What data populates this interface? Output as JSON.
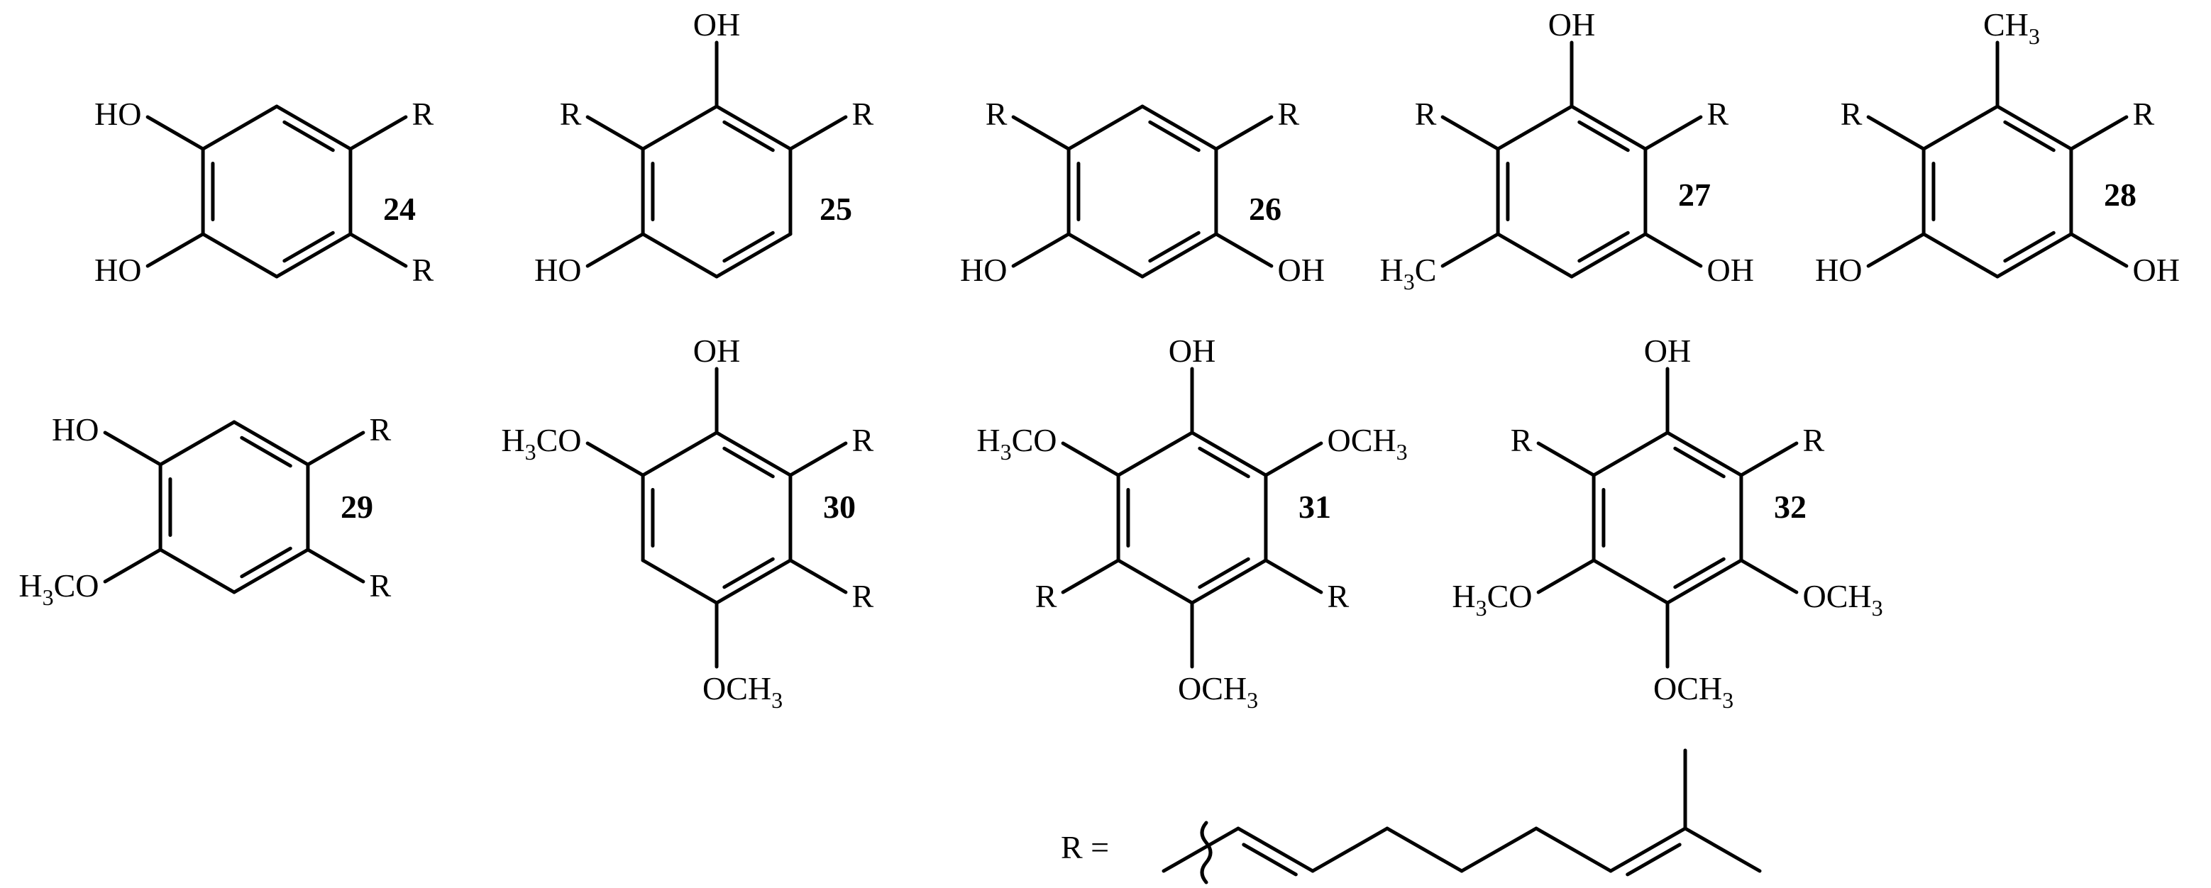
{
  "compounds": [
    {
      "id": "24",
      "labels": [
        "HO",
        "HO",
        "R",
        "R"
      ]
    },
    {
      "id": "25",
      "labels": [
        "OH",
        "HO",
        "R",
        "R"
      ]
    },
    {
      "id": "26",
      "labels": [
        "HO",
        "OH",
        "R",
        "R"
      ]
    },
    {
      "id": "27",
      "labels": [
        "OH",
        "OH",
        "R",
        "R",
        "H",
        "3",
        "C"
      ]
    },
    {
      "id": "28",
      "labels": [
        "CH",
        "3",
        "HO",
        "OH",
        "R",
        "R"
      ]
    },
    {
      "id": "29",
      "labels": [
        "HO",
        "H",
        "3",
        "CO",
        "R",
        "R"
      ]
    },
    {
      "id": "30",
      "labels": [
        "OH",
        "H",
        "3",
        "CO",
        "OCH",
        "3",
        "R",
        "R"
      ]
    },
    {
      "id": "31",
      "labels": [
        "OH",
        "H",
        "3",
        "CO",
        "OCH",
        "3",
        "OCH",
        "3",
        "R",
        "R"
      ]
    },
    {
      "id": "32",
      "labels": [
        "OH",
        "H",
        "3",
        "CO",
        "OCH",
        "3",
        "OCH",
        "3",
        "R",
        "R"
      ]
    }
  ],
  "r_group": {
    "label": "R ="
  }
}
